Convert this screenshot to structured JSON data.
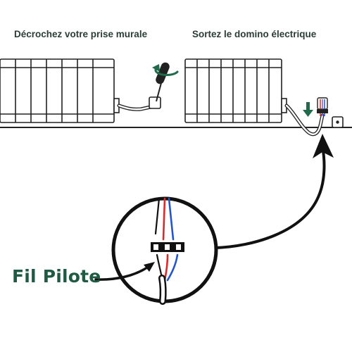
{
  "steps": [
    {
      "caption": "Décrochez votre prise murale"
    },
    {
      "caption": "Sortez le domino électrique"
    }
  ],
  "zoom": {
    "label": "Fil Pilote"
  },
  "colors": {
    "text": "#2b3d36",
    "accent_green": "#1f6b4b",
    "wire_red": "#d92b2b",
    "wire_blue": "#2455c9",
    "outline": "#222222"
  },
  "icons": [
    "rotate-arrow-icon",
    "down-arrow-icon",
    "wall-socket-icon",
    "plug-icon",
    "domino-connector-icon"
  ]
}
